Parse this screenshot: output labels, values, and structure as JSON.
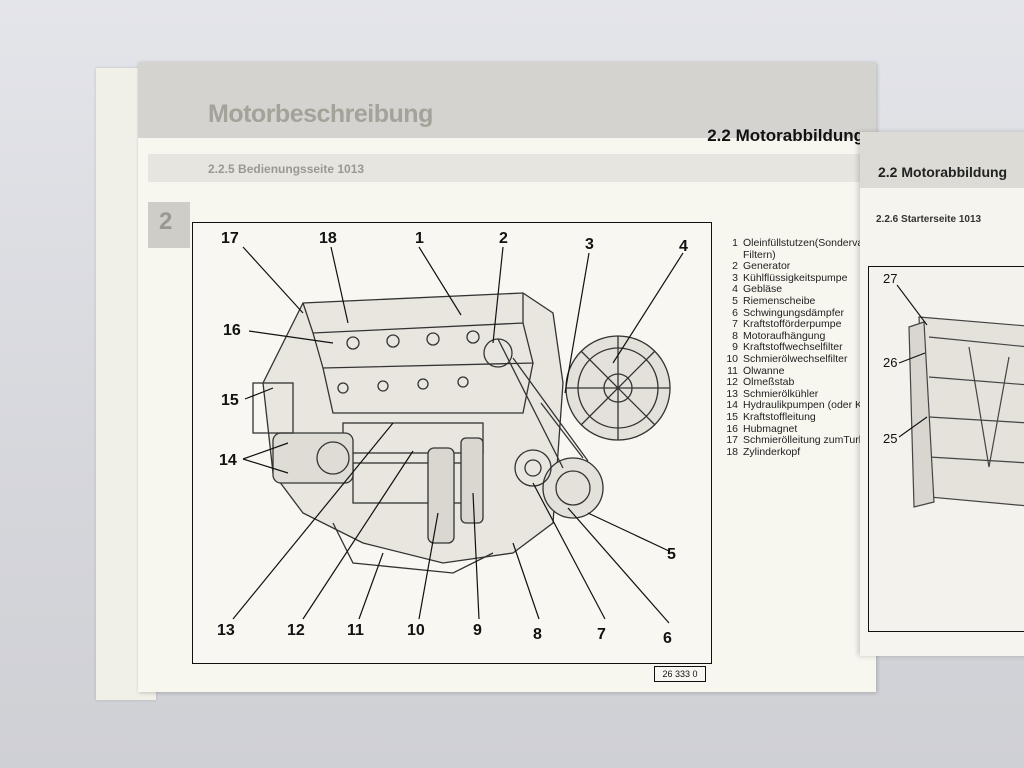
{
  "left_page": {
    "chapter_title": "Motorbeschreibung",
    "section_heading": "2.2 Motorabbildung",
    "subsection_title": "2.2.5  Bedienungsseite 1013",
    "chapter_tab": "2",
    "figure_code": "26 333 0"
  },
  "diagram_labels": [
    "17",
    "18",
    "1",
    "2",
    "3",
    "4",
    "16",
    "15",
    "14",
    "5",
    "13",
    "12",
    "11",
    "10",
    "9",
    "8",
    "7",
    "6"
  ],
  "legend": [
    {
      "num": "1",
      "text": "Öleinfüllstutzen(Sondervariante Zu",
      "cont": "Filtern)"
    },
    {
      "num": "2",
      "text": "Generator"
    },
    {
      "num": "3",
      "text": "Kühlflüssigkeitspumpe"
    },
    {
      "num": "4",
      "text": "Gebläse"
    },
    {
      "num": "5",
      "text": "Riemenscheibe"
    },
    {
      "num": "6",
      "text": "Schwingungsdämpfer"
    },
    {
      "num": "7",
      "text": "Kraftstofförderpumpe"
    },
    {
      "num": "8",
      "text": "Motoraufhängung"
    },
    {
      "num": "9",
      "text": "Kraftstoffwechselfilter"
    },
    {
      "num": "10",
      "text": "Schmierölwechselfilter"
    },
    {
      "num": "11",
      "text": "Ölwanne"
    },
    {
      "num": "12",
      "text": "Ölmeßstab"
    },
    {
      "num": "13",
      "text": "Schmierölkühler"
    },
    {
      "num": "14",
      "text": "Hydraulikpumpen (oder Kompress"
    },
    {
      "num": "15",
      "text": "Kraftstoffleitung"
    },
    {
      "num": "16",
      "text": "Hubmagnet"
    },
    {
      "num": "17",
      "text": "Schmierölleitung zumTurbolader"
    },
    {
      "num": "18",
      "text": "Zylinderkopf"
    }
  ],
  "right_page": {
    "section_heading": "2.2 Motorabbildung",
    "subsection_title": "2.2.6  Starterseite 1013",
    "labels": [
      "27",
      "26",
      "25"
    ]
  }
}
